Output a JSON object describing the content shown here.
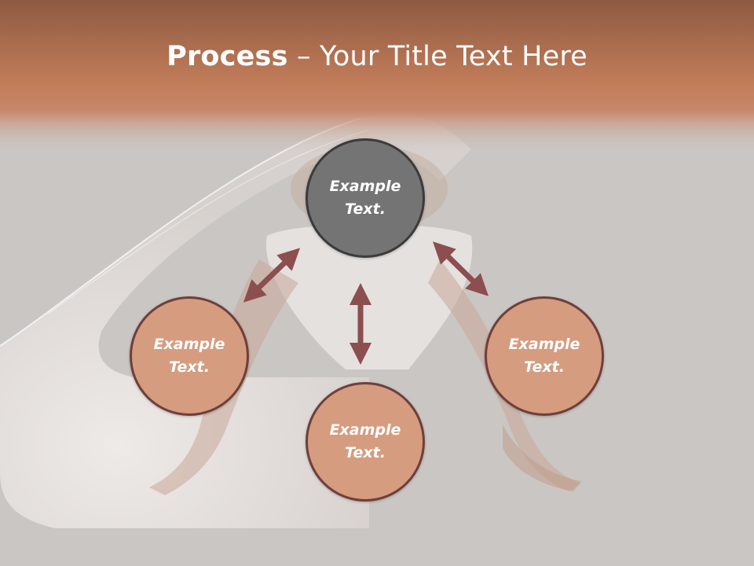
{
  "slide": {
    "title_bold": "Process",
    "title_rest": " – Your Title Text Here"
  },
  "diagram": {
    "top_node": "Example Text.",
    "left_node": "Example Text.",
    "right_node": "Example Text.",
    "bottom_node": "Example Text."
  },
  "colors": {
    "header": "#c07a58",
    "background": "#cac6c3",
    "top_node_fill": "#747474",
    "node_fill": "#d59c80",
    "arrow": "#8c4e4e"
  }
}
